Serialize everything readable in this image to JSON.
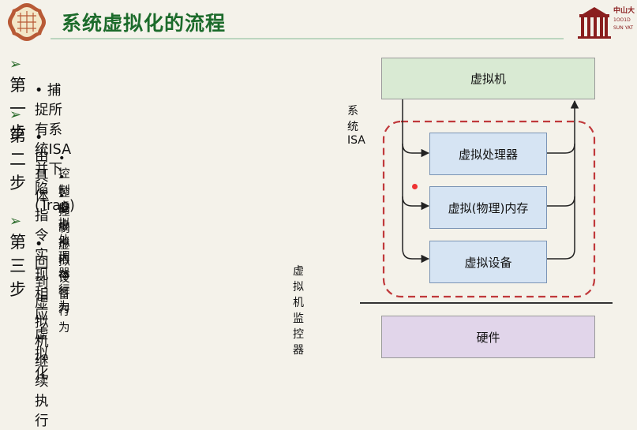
{
  "header": {
    "title": "系统虚拟化的流程",
    "logo_icon": "lattice-badge-icon",
    "university_logo_icon": "university-gate-icon",
    "university_name_line1": "中山大",
    "university_name_line2": "1OO1D",
    "university_name_line3": "SUN YAT"
  },
  "steps": [
    {
      "label": "第一步",
      "items": [
        {
          "label": "捕捉所有系统ISA并下陷(Trap)",
          "subitems": []
        }
      ]
    },
    {
      "label": "第二步",
      "items": [
        {
          "label": "由具体指令实现相应虚拟化",
          "subitems": [
            "控制虚拟处理器行为",
            "控制虚拟内存行为",
            "控制虚拟设备行为"
          ]
        }
      ]
    },
    {
      "label": "第三步",
      "items": [
        {
          "label": "回到虚拟机继续执行",
          "subitems": []
        }
      ]
    }
  ],
  "diagram": {
    "vm_label": "虚拟机",
    "isa_label": "系统ISA",
    "monitor_label": "虚拟机监控器",
    "components": [
      "虚拟处理器",
      "虚拟(物理)内存",
      "虚拟设备"
    ],
    "hardware_label": "硬件",
    "colors": {
      "vm": "#d9ead3",
      "component": "#d6e4f3",
      "hardware": "#e1d5ea",
      "monitor_border": "#c0393b"
    }
  }
}
